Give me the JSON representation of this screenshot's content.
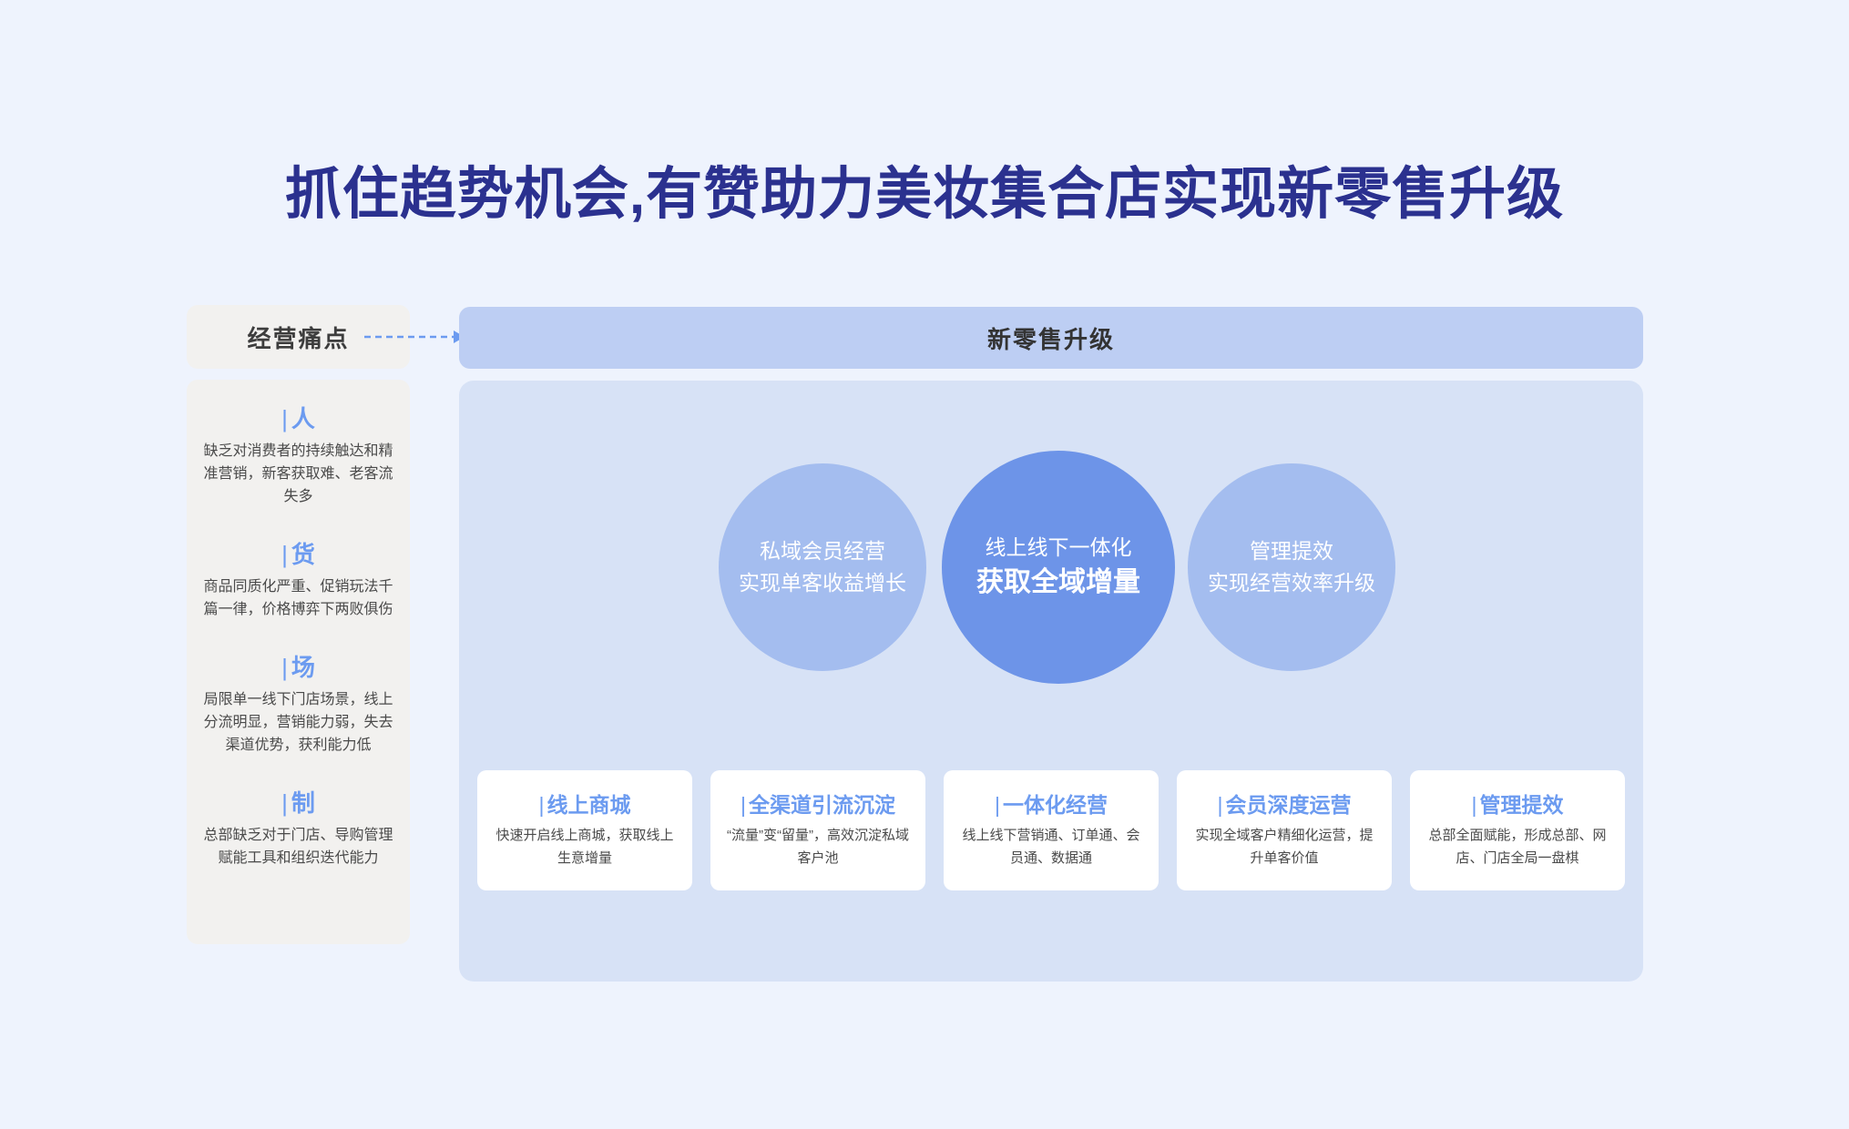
{
  "title": "抓住趋势机会,有赞助力美妆集合店实现新零售升级",
  "colors": {
    "page_background": "#eef3fd",
    "title": "#2b318f",
    "banner_background": "#bdcef3",
    "panel_background": "#d7e2f6",
    "sidebar_background": "#f2f1ef",
    "accent_blue": "#6c9bf0",
    "circle_side": "#a4bdef",
    "circle_center": "#6d94e8",
    "card_background": "#ffffff",
    "connector": "#6c9bf0"
  },
  "sidebar": {
    "heading": "经营痛点",
    "items": [
      {
        "bar": "|",
        "title": "人",
        "desc": "缺乏对消费者的持续触达和精准营销，新客获取难、老客流失多"
      },
      {
        "bar": "|",
        "title": "货",
        "desc": "商品同质化严重、促销玩法千篇一律，价格博弈下两败俱伤"
      },
      {
        "bar": "|",
        "title": "场",
        "desc": "局限单一线下门店场景，线上分流明显，营销能力弱，失去渠道优势，获利能力低"
      },
      {
        "bar": "|",
        "title": "制",
        "desc": "总部缺乏对于门店、导购管理赋能工具和组织迭代能力"
      }
    ]
  },
  "banner": {
    "label": "新零售升级"
  },
  "circles": [
    {
      "id": "private-domain-membership",
      "line1": "私域会员经营",
      "line2": "实现单客收益增长",
      "variant": "side"
    },
    {
      "id": "online-offline-integration",
      "line1": "线上线下一体化",
      "line2": "获取全域增量",
      "variant": "center"
    },
    {
      "id": "management-efficiency",
      "line1": "管理提效",
      "line2": "实现经营效率升级",
      "variant": "side"
    }
  ],
  "cards": [
    {
      "bar": "|",
      "title": "线上商城",
      "desc": "快速开启线上商城，获取线上生意增量"
    },
    {
      "bar": "|",
      "title": "全渠道引流沉淀",
      "desc": "“流量”变“留量”，高效沉淀私域客户池"
    },
    {
      "bar": "|",
      "title": "一体化经营",
      "desc": "线上线下营销通、订单通、会员通、数据通"
    },
    {
      "bar": "|",
      "title": "会员深度运营",
      "desc": "实现全域客户精细化运营，提升单客价值"
    },
    {
      "bar": "|",
      "title": "管理提效",
      "desc": "总部全面赋能，形成总部、网店、门店全局一盘棋"
    }
  ]
}
